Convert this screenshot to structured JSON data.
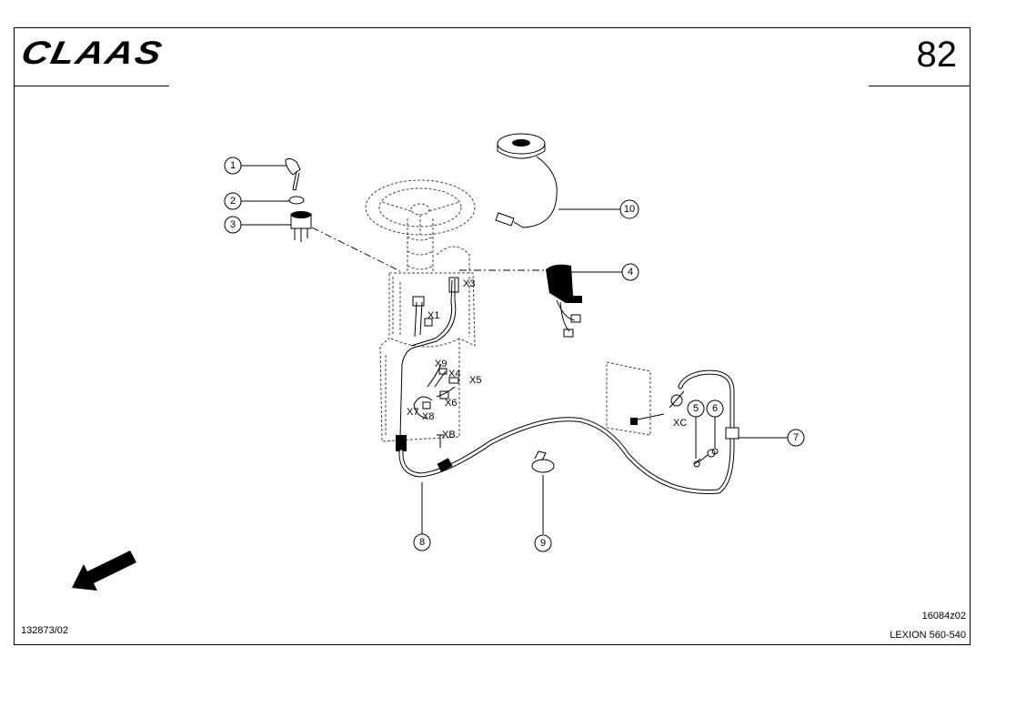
{
  "header": {
    "brand": "CLAAS",
    "page_number": "82"
  },
  "footer": {
    "doc_ref": "132873/02",
    "figure_id": "16084z02",
    "model": "LEXION 560-540"
  },
  "callouts": [
    "1",
    "2",
    "3",
    "4",
    "5",
    "6",
    "7",
    "8",
    "9",
    "10"
  ],
  "connectors": [
    "X3",
    "X1",
    "X9",
    "X4",
    "X5",
    "X6",
    "X7",
    "X8",
    "XB",
    "XC"
  ],
  "colors": {
    "ink": "#000000",
    "paper": "#ffffff"
  },
  "icons": {
    "direction": "arrow-icon"
  }
}
